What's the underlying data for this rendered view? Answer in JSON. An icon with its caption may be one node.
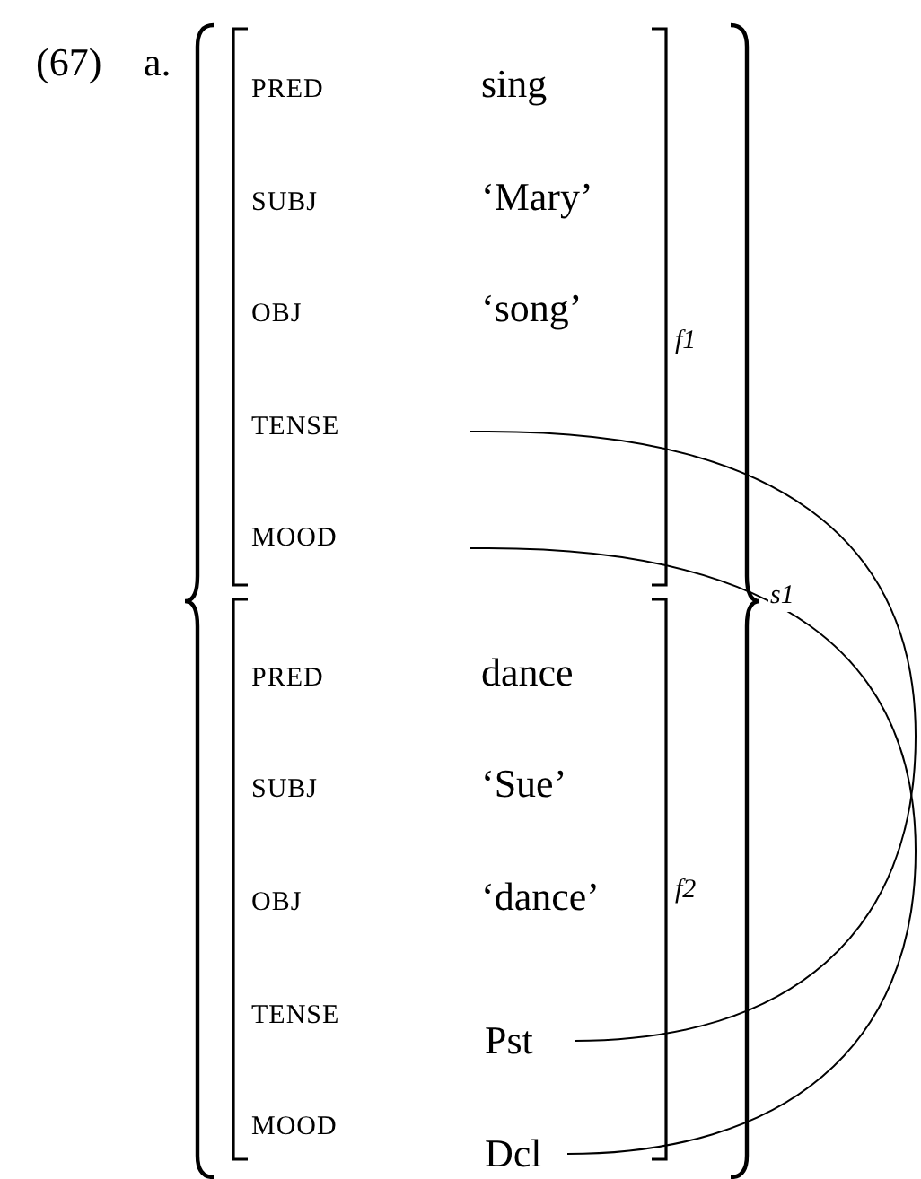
{
  "diagram": {
    "nodes": [
      {
        "text": [],
        "shape": "brace",
        "beside": [
          "s1"
        ]
      },
      {
        "text": [],
        "shape": "bracket",
        "in": 0,
        "beside": [
          "f1"
        ]
      },
      {
        "text": [],
        "shape": "bracket",
        "in": 0,
        "beside": [
          "f2"
        ]
      },
      {
        "text": [],
        "shape": "box",
        "in": 1
      },
      {
        "text": [],
        "shape": "box",
        "in": 1
      },
      {
        "text": [
          "Pst"
        ],
        "in": 2
      },
      {
        "text": [
          "Dcl"
        ],
        "in": 2
      }
    ],
    "edges": [
      {
        "from": 3,
        "to": 5,
        "arrow": "none"
      },
      {
        "from": 4,
        "to": 6,
        "arrow": "none"
      }
    ],
    "labels": [
      "(67)",
      "a.",
      "PRED",
      "sing",
      "SUBJ",
      "‘Mary’",
      "OBJ",
      "‘song’",
      "TENSE",
      "MOOD",
      "PRED",
      "dance",
      "SUBJ",
      "‘Sue’",
      "OBJ",
      "‘dance’",
      "TENSE",
      "MOOD"
    ]
  }
}
